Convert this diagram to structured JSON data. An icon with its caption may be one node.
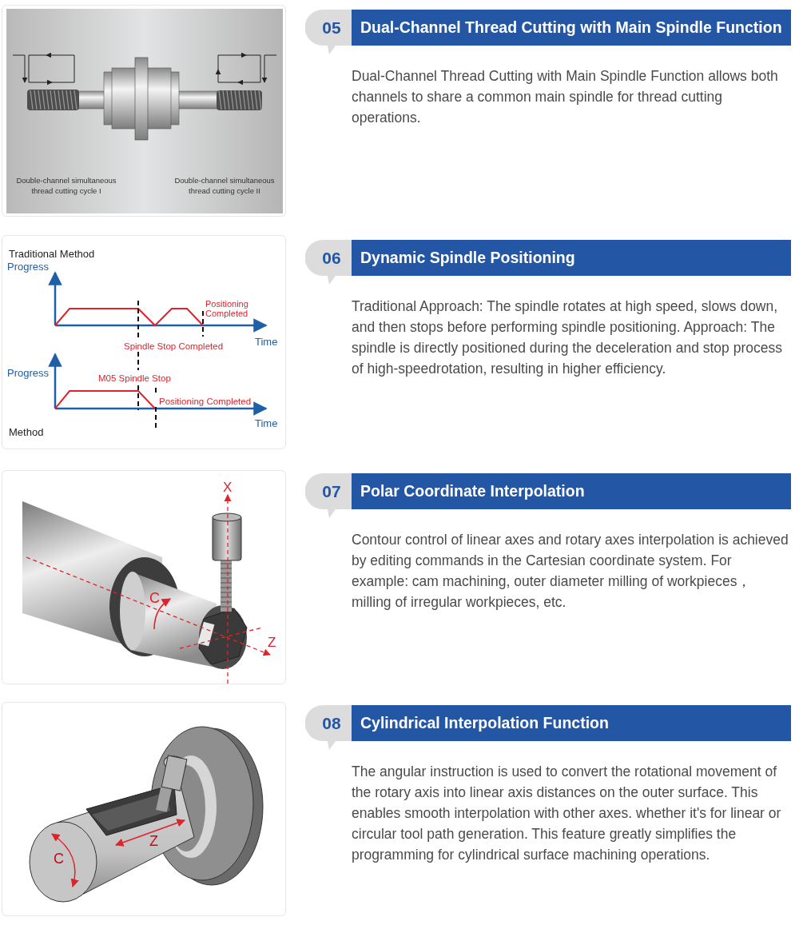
{
  "diagram": {
    "nodes": [
      {
        "text": [
          "05",
          "Dual-Channel Thread Cutting with Main Spindle Function",
          "Dual-Channel Thread Cutting with Main Spindle Function allows both channels to share a common main spindle for thread cutting operations."
        ]
      },
      {
        "text": [
          "06",
          "Dynamic Spindle Positioning",
          "Traditional Approach: The spindle rotates at high speed, slows down, and then stops before performing spindle positioning. Approach: The spindle is directly positioned during the deceleration and stop process of high-speedrotation, resulting in higher efficiency."
        ]
      },
      {
        "text": [
          "07",
          "Polar Coordinate Interpolation",
          "Contour control of linear axes and rotary axes interpolation is achieved by editing commands in the Cartesian coordinate system. For example: cam machining, outer diameter milling of workpieces， milling of irregular workpieces, etc."
        ]
      },
      {
        "text": [
          "08",
          "Cylindrical Interpolation Function",
          "The angular instruction is used to convert the rotational movement of the rotary axis into linear axis distances on the outer surface. This enables smooth interpolation with other axes. whether it's for linear or circular tool path generation. This feature greatly simplifies the programming for cylindrical surface machining operations."
        ]
      }
    ],
    "labels": [
      "Double-channel simultaneous thread cutting cycle I",
      "Double-channel simultaneous thread cutting cycle II",
      "Traditional Method",
      "Progress",
      "Positioning Completed",
      "Time",
      "Spindle Stop Completed",
      "Progress",
      "M05 Spindle Stop",
      "Positioning Completed",
      "Time",
      "Method",
      "X",
      "C",
      "Z",
      "Z",
      "C"
    ]
  }
}
